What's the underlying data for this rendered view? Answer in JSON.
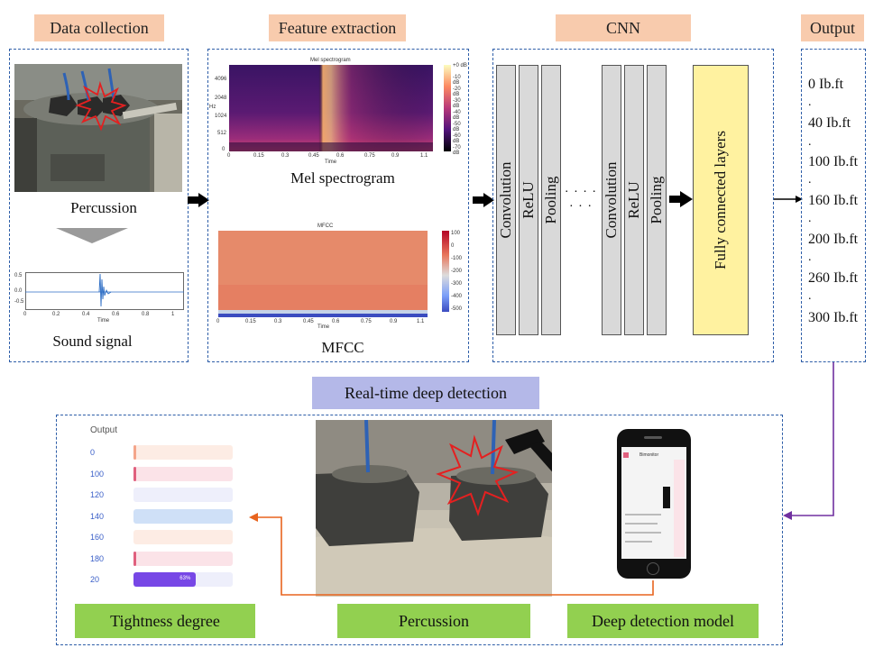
{
  "headers": {
    "data_collection": "Data collection",
    "feature_extraction": "Feature extraction",
    "cnn": "CNN",
    "output": "Output"
  },
  "data_collection": {
    "photo_caption": "Percussion",
    "signal_caption": "Sound signal",
    "signal_plot": {
      "yticks": [
        "0.5",
        "0.0",
        "-0.5"
      ],
      "xticks": [
        "0",
        "0.2",
        "0.4",
        "0.6",
        "0.8",
        "1"
      ],
      "xlabel": "Time"
    }
  },
  "feature_extraction": {
    "mel": {
      "title": "Mel spectrogram",
      "caption": "Mel spectrogram",
      "ylabel": "Hz",
      "yticks": [
        "4096",
        "2048",
        "1024",
        "512",
        "0"
      ],
      "xticks": [
        "0",
        "0.15",
        "0.3",
        "0.45",
        "0.6",
        "0.75",
        "0.9",
        "1.1"
      ],
      "xlabel": "Time",
      "colorbar": [
        "+0 dB",
        "-10 dB",
        "-20 dB",
        "-30 dB",
        "-40 dB",
        "-50 dB",
        "-60 dB",
        "-70 dB"
      ]
    },
    "mfcc": {
      "title": "MFCC",
      "caption": "MFCC",
      "xticks": [
        "0",
        "0.15",
        "0.3",
        "0.45",
        "0.6",
        "0.75",
        "0.9",
        "1.1"
      ],
      "xlabel": "Time",
      "colorbar": [
        "100",
        "0",
        "-100",
        "-200",
        "-300",
        "-400",
        "-500"
      ]
    }
  },
  "cnn": {
    "layers": [
      "Convolution",
      "ReLU",
      "Pooling",
      "Convolution",
      "ReLU",
      "Pooling"
    ],
    "ellipsis": "· · · · · · ·",
    "fc": "Fully connected layers"
  },
  "output_values": [
    "0 Ib.ft",
    "40 Ib.ft",
    "100 Ib.ft",
    "160 Ib.ft",
    "200 Ib.ft",
    "260 Ib.ft",
    "300 Ib.ft"
  ],
  "realtime": {
    "title": "Real-time deep detection",
    "labels": {
      "tightness": "Tightness degree",
      "percussion": "Percussion",
      "model": "Deep detection model"
    },
    "app_panel": {
      "title": "Output",
      "rows": [
        {
          "label": "0",
          "fill": 0.01,
          "color": "#f4a58a",
          "bg": "#fdece4"
        },
        {
          "label": "100",
          "fill": 0.02,
          "color": "#e0607e",
          "bg": "#fbe3e8"
        },
        {
          "label": "120",
          "fill": 0.0,
          "color": "#b0b8f0",
          "bg": "#eeeffb"
        },
        {
          "label": "140",
          "fill": 0.0,
          "color": "#7fa9e8",
          "bg": "#cfe0f7"
        },
        {
          "label": "160",
          "fill": 0.0,
          "color": "#f4a58a",
          "bg": "#fdece4"
        },
        {
          "label": "180",
          "fill": 0.03,
          "color": "#e0607e",
          "bg": "#fbe3e8"
        },
        {
          "label": "20",
          "fill": 0.63,
          "color": "#7747e6",
          "bg": "#eeeffb"
        }
      ],
      "percent_label": "63%"
    },
    "phone_title": "Bimonitor"
  },
  "colors": {
    "header_bg": "#f8cbad",
    "dashed_border": "#2e5ea8",
    "realtime_bg": "#b4b8e8",
    "green_label": "#92d050",
    "fc_bg": "#fff2a0",
    "arrow_purple": "#7030a0",
    "arrow_orange": "#e8641e"
  }
}
